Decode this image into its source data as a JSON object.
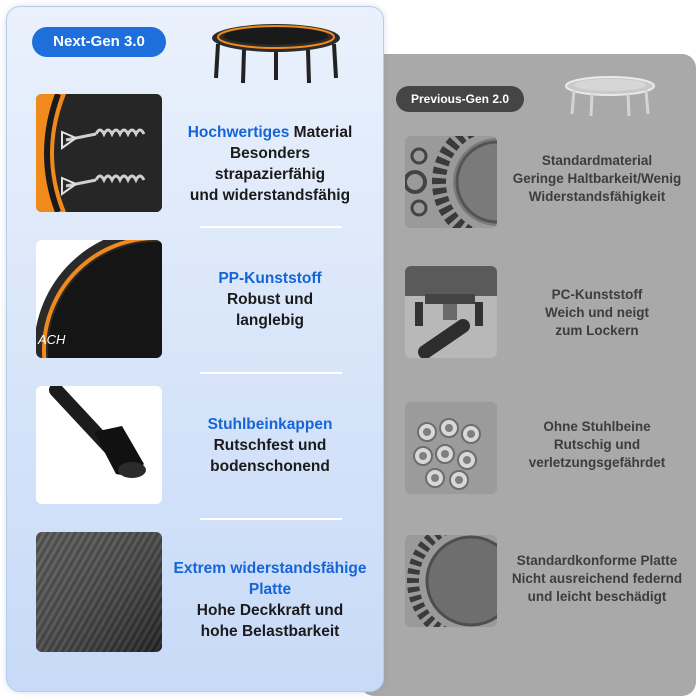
{
  "next": {
    "badge": "Next-Gen 3.0",
    "features": [
      {
        "highlight": "Hochwertiges",
        "title_rest": " Material",
        "lines": [
          "Besonders",
          "strapazierfähig",
          "und widerstandsfähig"
        ]
      },
      {
        "highlight": "PP-Kunststoff",
        "title_rest": "",
        "lines": [
          "Robust und",
          "langlebig"
        ]
      },
      {
        "highlight": "Stuhlbeinkappen",
        "title_rest": "",
        "lines": [
          "Rutschfest und",
          "bodenschonend"
        ]
      },
      {
        "highlight": "Extrem widerstandsfähige",
        "highlight2": "Platte",
        "title_rest": "",
        "lines": [
          "Hohe Deckkraft und",
          "hohe Belastbarkeit"
        ]
      }
    ],
    "mat_brand_fragment": "ACH"
  },
  "prev": {
    "badge": "Previous-Gen 2.0",
    "features": [
      {
        "lines": [
          "Standardmaterial",
          "Geringe Haltbarkeit/Wenig",
          "Widerstandsfähigkeit"
        ]
      },
      {
        "lines": [
          "PC-Kunststoff",
          "Weich und neigt",
          "zum Lockern"
        ]
      },
      {
        "lines": [
          "Ohne Stuhlbeine",
          "Rutschig und",
          "verletzungsgefährdet"
        ]
      },
      {
        "lines": [
          "Standardkonforme Platte",
          "Nicht ausreichend federnd",
          "und leicht beschädigt"
        ]
      }
    ]
  },
  "colors": {
    "accent_blue": "#1565d8",
    "badge_blue": "#1e6fdc",
    "badge_dark": "#454545",
    "orange": "#f08a1c",
    "prev_panel": "#a9a9a9"
  },
  "icons": [
    "trampoline-icon",
    "spring-icon",
    "pp-mat-edge-icon",
    "chair-leg-cap-icon",
    "mesh-mat-icon",
    "pipes-icon"
  ]
}
